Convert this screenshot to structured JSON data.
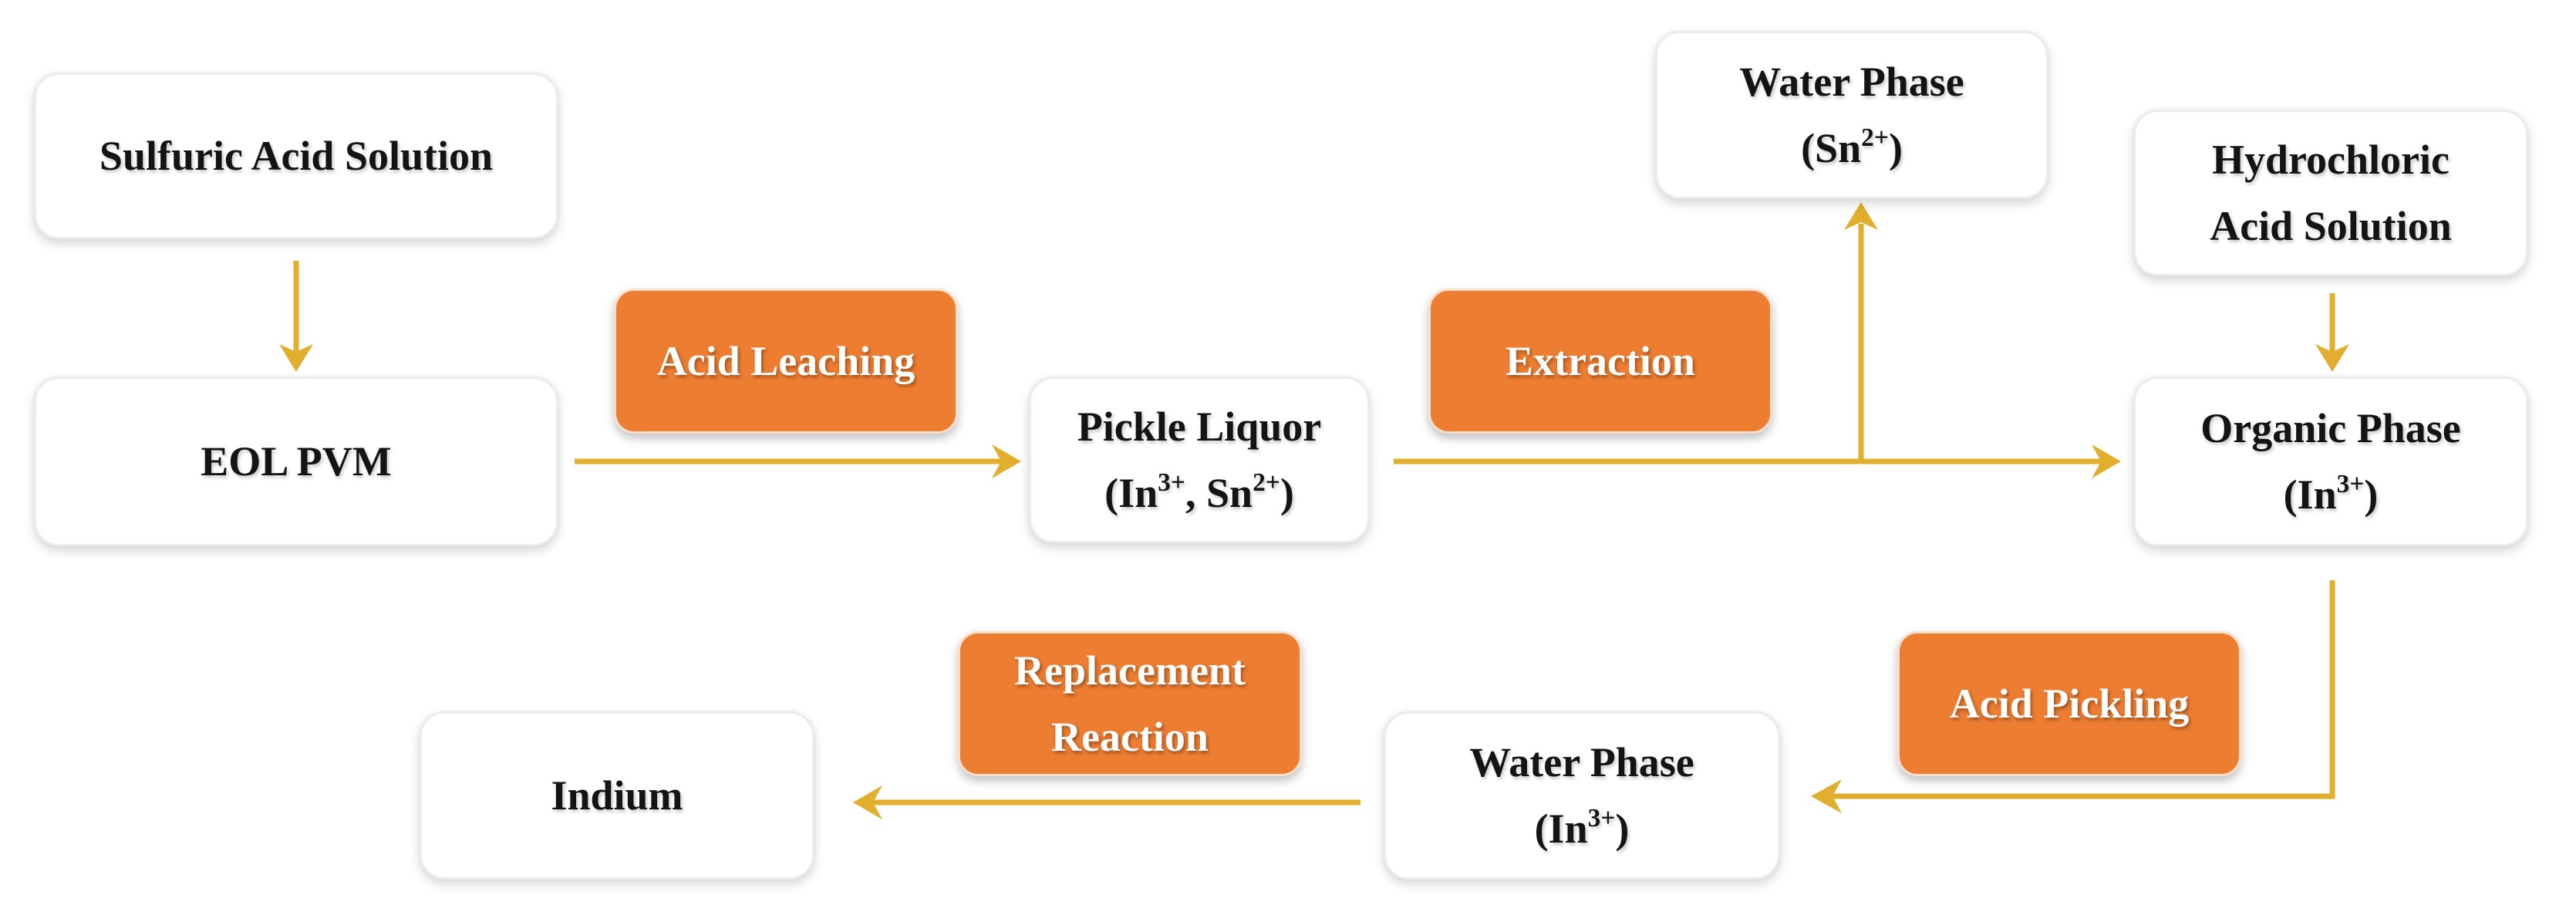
{
  "colors": {
    "arrow": "#E2AE2E",
    "process_fill": "#ED7D31",
    "box_fill": "#FFFFFF"
  },
  "nodes": {
    "sulfuric": {
      "lines": [
        "Sulfuric Acid Solution"
      ]
    },
    "eol": {
      "lines": [
        "EOL PVM"
      ]
    },
    "pickle": {
      "line1": "Pickle Liquor",
      "line2": {
        "a": "(In",
        "sup_a": "3+",
        "b": ", Sn",
        "sup_b": "2+",
        "c": ")"
      }
    },
    "water_sn": {
      "line1": "Water Phase",
      "line2": {
        "a": "(Sn",
        "sup_a": "2+",
        "c": ")"
      }
    },
    "hcl": {
      "lines": [
        "Hydrochloric",
        "Acid Solution"
      ]
    },
    "organic": {
      "line1": "Organic Phase",
      "line2": {
        "a": "(In",
        "sup_a": "3+",
        "c": ")"
      }
    },
    "water_in": {
      "line1": "Water Phase",
      "line2": {
        "a": "(In",
        "sup_a": "3+",
        "c": ")"
      }
    },
    "indium": {
      "lines": [
        "Indium"
      ]
    }
  },
  "processes": {
    "acid_leaching": {
      "lines": [
        "Acid Leaching"
      ]
    },
    "extraction": {
      "lines": [
        "Extraction"
      ]
    },
    "acid_pickling": {
      "lines": [
        "Acid Pickling"
      ]
    },
    "replacement": {
      "lines": [
        "Replacement",
        "Reaction"
      ]
    }
  }
}
